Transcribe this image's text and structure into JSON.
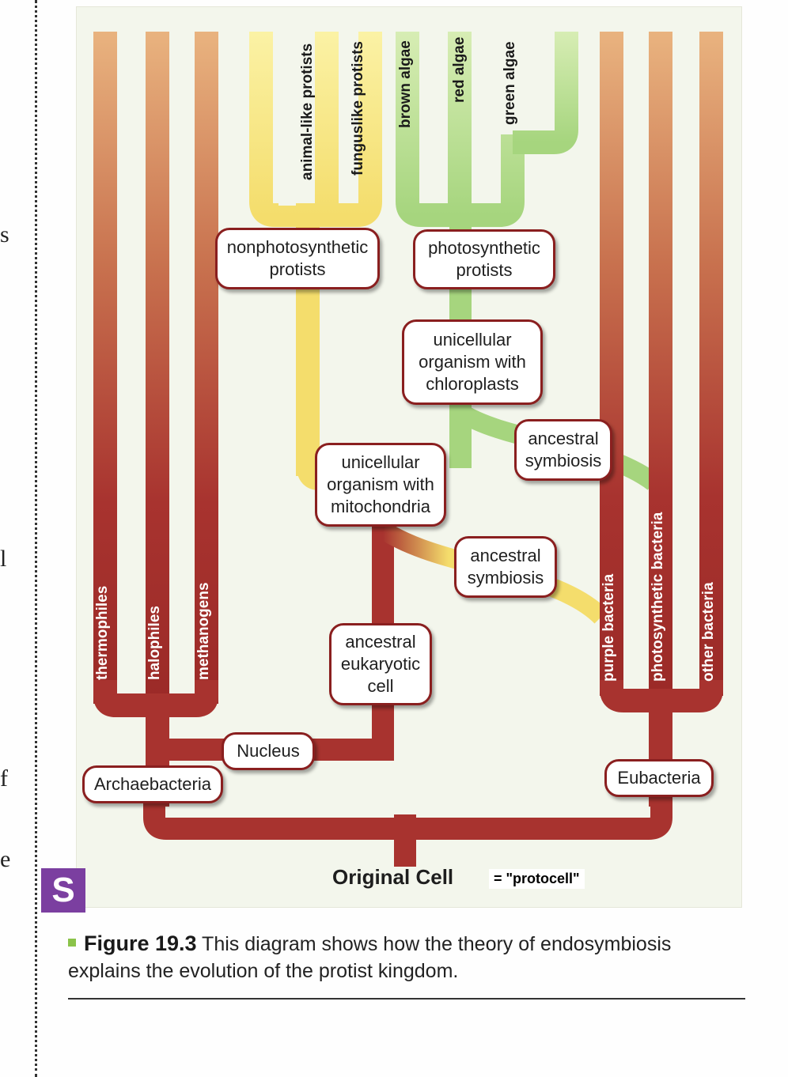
{
  "margin_letters": [
    "s",
    "l",
    "f",
    "e"
  ],
  "branches": {
    "thermophiles": "thermophiles",
    "halophiles": "halophiles",
    "methanogens": "methanogens",
    "animal_like_protists": "animal-like protists",
    "funguslike_protists": "funguslike protists",
    "brown_algae": "brown algae",
    "red_algae": "red algae",
    "green_algae": "green algae",
    "purple_bacteria": "purple bacteria",
    "photosynthetic_bacteria": "photosynthetic bacteria",
    "other_bacteria": "other bacteria"
  },
  "nodes": {
    "nonphotosynthetic_protists": "nonphotosynthetic\nprotists",
    "photosynthetic_protists": "photosynthetic\nprotists",
    "unicellular_chloroplasts": "unicellular\norganism with\nchloroplasts",
    "ancestral_symbiosis_1": "ancestral\nsymbiosis",
    "unicellular_mitochondria": "unicellular\norganism with\nmitochondria",
    "ancestral_symbiosis_2": "ancestral\nsymbiosis",
    "ancestral_eukaryotic_cell": "ancestral\neukaryotic\ncell",
    "nucleus": "Nucleus",
    "archaebacteria": "Archaebacteria",
    "eubacteria": "Eubacteria"
  },
  "root": {
    "label": "Original Cell",
    "note": "= \"protocell\""
  },
  "badge": "S",
  "caption": {
    "figure": "Figure 19.3",
    "text": " This diagram shows how the theory of endosymbiosis explains the evolution of the protist kingdom."
  },
  "colors": {
    "trunk": "#a8332f",
    "trunk_top": "#e3a878",
    "protist_yellow": "#f5e27a",
    "algae_green": "#a6d57e",
    "box_border": "#8a1f1f",
    "badge": "#7b3fa0"
  }
}
